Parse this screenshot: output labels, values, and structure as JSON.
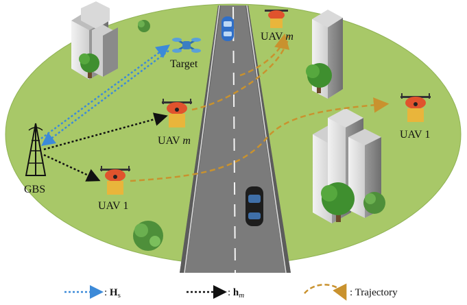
{
  "labels": {
    "target": "Target",
    "uav_m_top": "UAV",
    "uav_m_top_var": "m",
    "uav_m_mid": "UAV",
    "uav_m_mid_var": "m",
    "uav_1_left": "UAV 1",
    "uav_1_right": "UAV 1",
    "gbs": "GBS"
  },
  "legend": {
    "hs_prefix": ": ",
    "hs_symbol": "H",
    "hs_sub": "s",
    "hm_prefix": ": ",
    "hm_symbol": "h",
    "hm_sub": "m",
    "trajectory": ": Trajectory"
  },
  "colors": {
    "ground": "#a8c868",
    "road": "#7b7b7b",
    "uav_body": "#e0532d",
    "package": "#e9b53b",
    "sensing_link": "#3c8ad8",
    "comm_link": "#111111",
    "trajectory": "#c9922e",
    "target_drone": "#5aa0d8"
  }
}
